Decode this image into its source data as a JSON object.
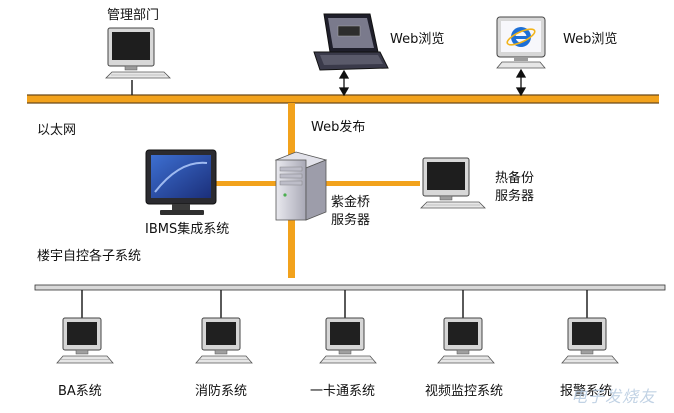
{
  "labels": {
    "mgmt": "管理部门",
    "web_browse_1": "Web浏览",
    "web_browse_2": "Web浏览",
    "ethernet": "以太网",
    "web_publish": "Web发布",
    "ibms": "IBMS集成系统",
    "zijinqiao": "紫金桥\n服务器",
    "hot_backup": "热备份\n服务器",
    "bas": "楼宇自控各子系统",
    "ba": "BA系统",
    "fire": "消防系统",
    "card": "一卡通系统",
    "video": "视频监控系统",
    "alarm": "报警系统"
  },
  "watermark": "电子发烧友",
  "colors": {
    "bus": "#f2a21c",
    "bus_edge": "#6b4a1a",
    "monitor_dark": "#2a2a2a",
    "screen_blue": "#2a4fa8",
    "server": "#c9c9d1"
  },
  "icons": [
    "desktop-computer-icon",
    "laptop-computer-icon",
    "ie-browser-icon",
    "server-tower-icon",
    "arrow-updown-icon"
  ]
}
